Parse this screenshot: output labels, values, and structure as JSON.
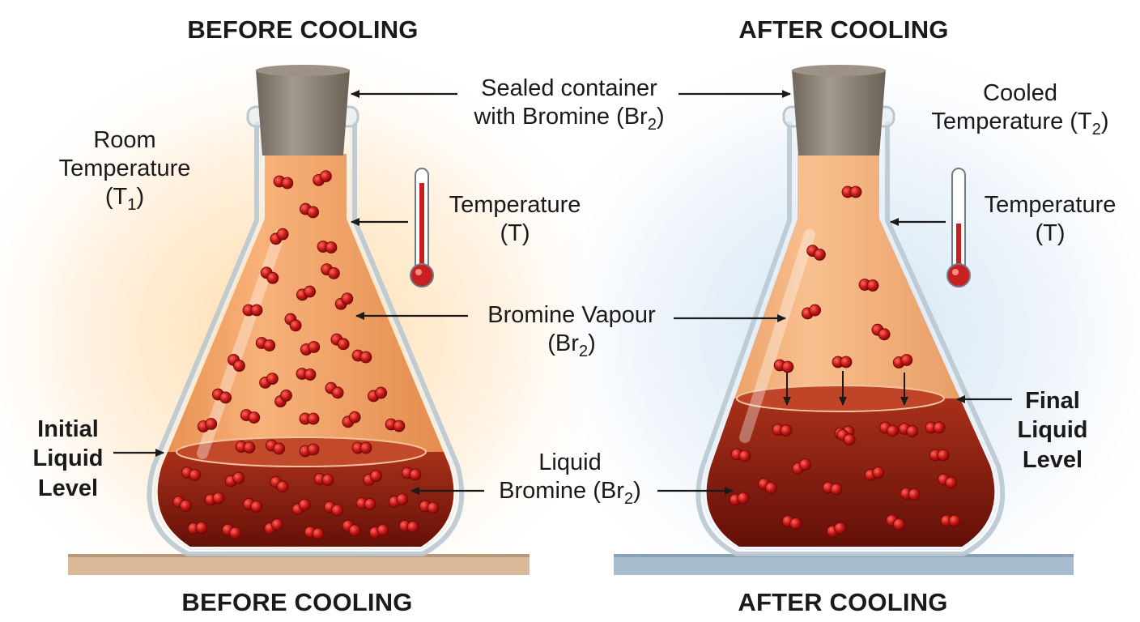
{
  "headings": {
    "before_top": "BEFORE COOLING",
    "after_top": "AFTER COOLING",
    "before_bottom": "BEFORE COOLING",
    "after_bottom": "AFTER COOLING"
  },
  "labels": {
    "sealed_container": {
      "line1": "Sealed container",
      "line2_prefix": "with Bromine (Br",
      "sub": "2",
      "suffix": ")"
    },
    "room_temperature": {
      "line1": "Room",
      "line2": "Temperature",
      "line3_prefix": "(T",
      "sub": "1",
      "suffix": ")"
    },
    "cooled_temperature": {
      "line1": "Cooled",
      "line2_prefix": "Temperature (T",
      "sub": "2",
      "suffix": ")"
    },
    "temperature_left": {
      "line1": "Temperature",
      "line2": "(T)"
    },
    "temperature_right": {
      "line1": "Temperature",
      "line2": "(T)"
    },
    "bromine_vapour": {
      "line1": "Bromine Vapour",
      "line2_prefix": "(Br",
      "sub": "2",
      "suffix": ")"
    },
    "liquid_bromine": {
      "line1": "Liquid",
      "line2_prefix": "Bromine (Br",
      "sub": "2",
      "suffix": ")"
    },
    "initial_level": {
      "line1": "Initial",
      "line2": "Liquid",
      "line3": "Level"
    },
    "final_level": {
      "line1": "Final",
      "line2": "Liquid",
      "line3": "Level"
    }
  },
  "colors": {
    "vapour": "#f0a060",
    "liquid": "#8e1a0c",
    "molecule": "#c81818",
    "stopper": "#8a7f73",
    "warm_glow": "#ffd8a0",
    "cool_glow": "#cfe2f2",
    "warm_surface": "#d9b99a",
    "cool_surface": "#a8bcd0",
    "mercury": "#c82020"
  },
  "state": {
    "before_liquid_level": 0.2,
    "after_liquid_level": 0.34,
    "before_thermometer_level": 0.85,
    "after_thermometer_level": 0.45
  }
}
